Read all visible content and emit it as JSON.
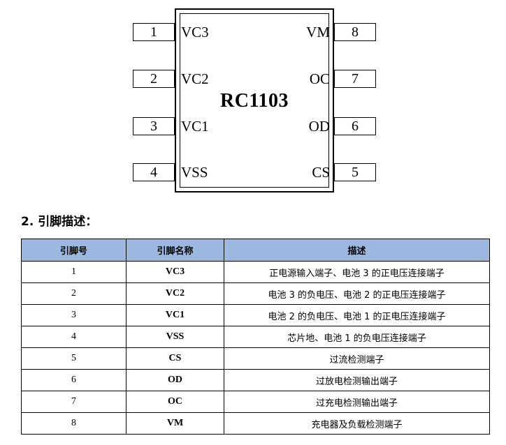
{
  "diagram": {
    "chip_name": "RC1103",
    "left_pins": [
      {
        "number": "1",
        "label": "VC3"
      },
      {
        "number": "2",
        "label": "VC2"
      },
      {
        "number": "3",
        "label": "VC1"
      },
      {
        "number": "4",
        "label": "VSS"
      }
    ],
    "right_pins": [
      {
        "number": "8",
        "label": "VM"
      },
      {
        "number": "7",
        "label": "OC"
      },
      {
        "number": "6",
        "label": "OD"
      },
      {
        "number": "5",
        "label": "CS"
      }
    ]
  },
  "section": {
    "title": "2. 引脚描述："
  },
  "table": {
    "headers": [
      "引脚号",
      "引脚名称",
      "描述"
    ],
    "rows": [
      {
        "num": "1",
        "name": "VC3",
        "desc": "正电源输入端子、电池 3 的正电压连接端子"
      },
      {
        "num": "2",
        "name": "VC2",
        "desc": "电池 3 的负电压、电池 2 的正电压连接端子"
      },
      {
        "num": "3",
        "name": "VC1",
        "desc": "电池 2 的负电压、电池 1 的正电压连接端子"
      },
      {
        "num": "4",
        "name": "VSS",
        "desc": "芯片地、电池 1 的负电压连接端子"
      },
      {
        "num": "5",
        "name": "CS",
        "desc": "过流检测端子"
      },
      {
        "num": "6",
        "name": "OD",
        "desc": "过放电检测输出端子"
      },
      {
        "num": "7",
        "name": "OC",
        "desc": "过充电检测输出端子"
      },
      {
        "num": "8",
        "name": "VM",
        "desc": "充电器及负载检测端子"
      }
    ]
  }
}
